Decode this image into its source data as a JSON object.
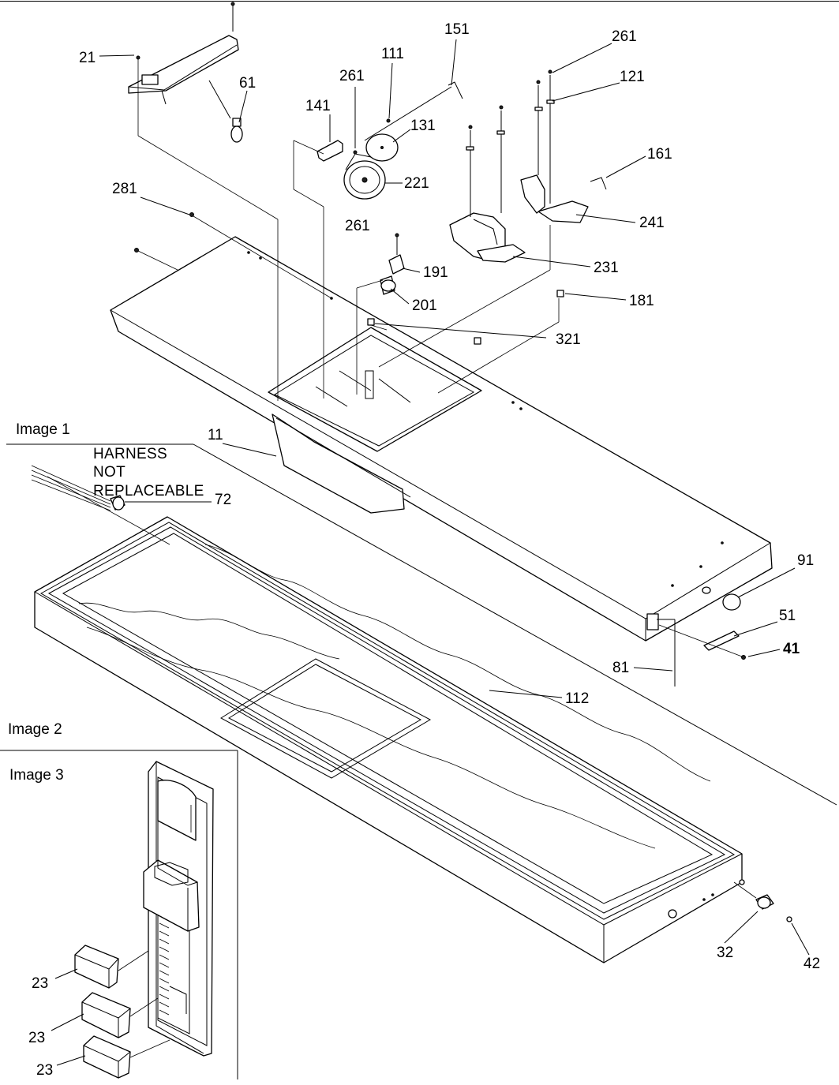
{
  "sections": {
    "image1": "Image 1",
    "image2": "Image 2",
    "image3": "Image 3"
  },
  "note": {
    "line1": "HARNESS",
    "line2": "NOT",
    "line3": "REPLACEABLE"
  },
  "callouts": {
    "p21": "21",
    "p61": "61",
    "p111": "111",
    "p151": "151",
    "p261a": "261",
    "p261b": "261",
    "p261c": "261",
    "p121": "121",
    "p141": "141",
    "p131": "131",
    "p221": "221",
    "p161": "161",
    "p241": "241",
    "p281": "281",
    "p191": "191",
    "p231": "231",
    "p201": "201",
    "p181": "181",
    "p321": "321",
    "p11": "11",
    "p72": "72",
    "p91": "91",
    "p51": "51",
    "p41": "41",
    "p81": "81",
    "p112": "112",
    "p32": "32",
    "p42": "42",
    "p23a": "23",
    "p23b": "23",
    "p23c": "23"
  }
}
